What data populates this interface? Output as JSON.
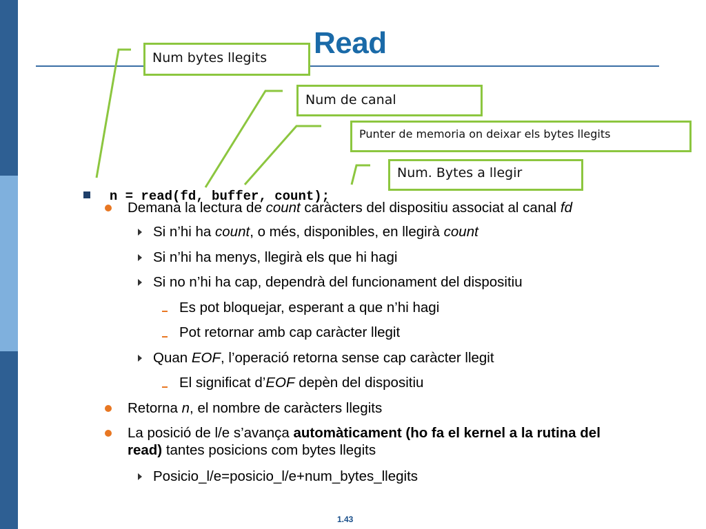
{
  "title": "Read",
  "callouts": {
    "num_bytes": "Num bytes llegits",
    "num_canal": "Num de canal",
    "punter": "Punter de memoria on deixar els bytes llegits",
    "num_llegir": "Num. Bytes a llegir"
  },
  "code": "n = read(fd, buffer, count);",
  "bullets": {
    "b1_a": "Demana la lectura de ",
    "b1_count": "count",
    "b1_b": " caràcters del dispositiu associat al canal ",
    "b1_fd": "fd",
    "s1_a": "Si n’hi ha ",
    "s1_count": "count",
    "s1_b": ", o més, disponibles, en llegirà ",
    "s1_count2": "count",
    "s2": "Si n’hi ha menys, llegirà els que hi hagi",
    "s3": "Si no n’hi ha cap, dependrà del funcionament del dispositiu",
    "d1": "Es pot bloquejar, esperant a que n’hi hagi",
    "d2": "Pot retornar amb cap caràcter llegit",
    "s4_a": "Quan ",
    "s4_eof": "EOF",
    "s4_b": ", l’operació retorna sense cap caràcter llegit",
    "d3_a": "El significat d’",
    "d3_eof": "EOF",
    "d3_b": " depèn del dispositiu",
    "b2_a": "Retorna ",
    "b2_n": "n",
    "b2_b": ", el nombre de caràcters llegits",
    "b3_a": "La posició de l/e s’avança ",
    "b3_bold1": "automàticament (ho fa el kernel a la rutina del",
    "b3_bold2": "read)",
    "b3_b": " tantes posicions com bytes llegits",
    "s5": "Posicio_l/e=posicio_l/e+num_bytes_llegits"
  },
  "page_number": "1.43",
  "colors": {
    "title": "#1a6aa8",
    "callout_border": "#8cc63f",
    "bullet_dot": "#e87722",
    "sidebar_dark": "#2e5f93",
    "sidebar_light": "#7fb0dd"
  }
}
